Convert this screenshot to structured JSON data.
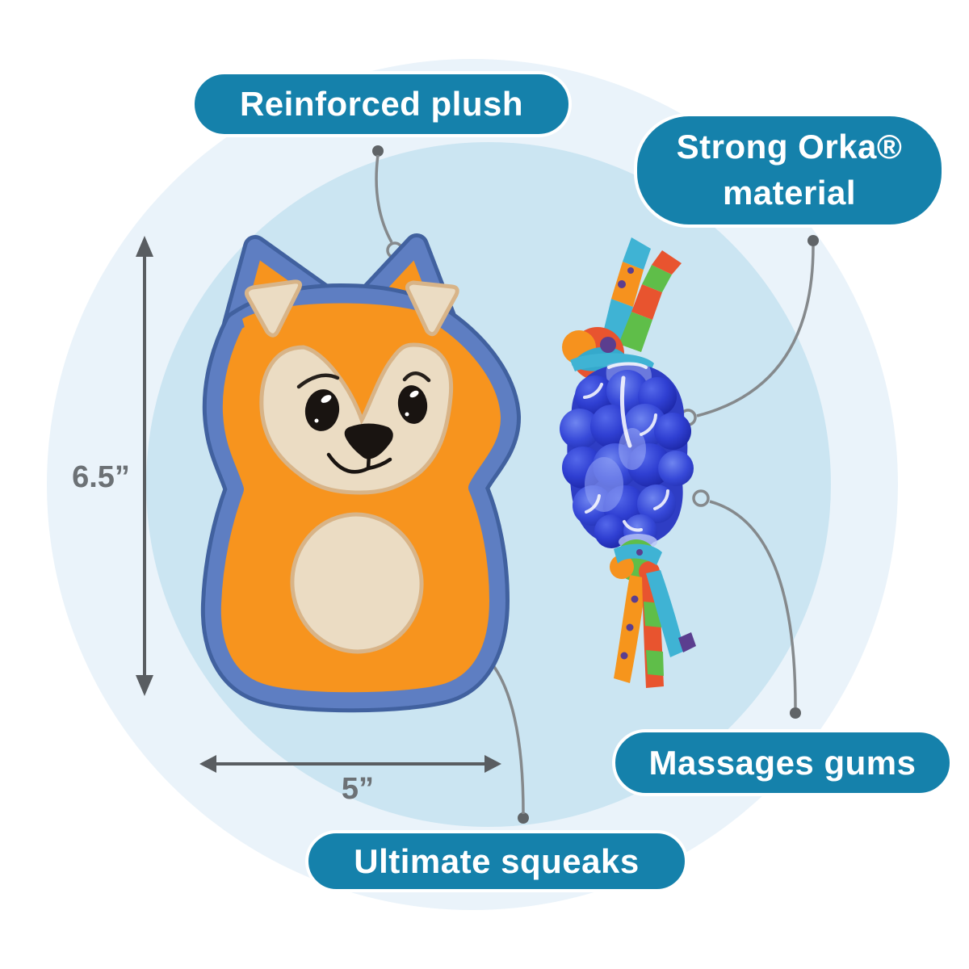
{
  "callouts": [
    {
      "id": "reinforced-plush",
      "label": "Reinforced plush"
    },
    {
      "id": "strong-orka",
      "label": "Strong Orka® material"
    },
    {
      "id": "massages-gums",
      "label": "Massages gums"
    },
    {
      "id": "ultimate-squeaks",
      "label": "Ultimate squeaks"
    }
  ],
  "measurements": {
    "height_label": "6.5”",
    "width_label": "5”"
  },
  "products": [
    {
      "name": "fox plush toy"
    },
    {
      "name": "orka chew toy with fabric tassels"
    }
  ],
  "colors": {
    "pill_background": "#1581AB",
    "pill_text": "#FFFFFF",
    "circle_inner": "#CBE5F2",
    "circle_outer": "#EAF3FA",
    "connector_line": "#85898C",
    "dimension_line": "#595D61",
    "dimension_text": "#6C7175",
    "fox_orange": "#F7941E",
    "fox_trim_blue": "#6283C6",
    "fox_cream": "#EBDCC3",
    "orka_blue": "#2E3DC4",
    "ribbon_teal": "#3FB3D4",
    "ribbon_orange": "#F6921E",
    "ribbon_green": "#5FBE49",
    "ribbon_red": "#E8542F",
    "ribbon_purple": "#5B3E8F"
  }
}
